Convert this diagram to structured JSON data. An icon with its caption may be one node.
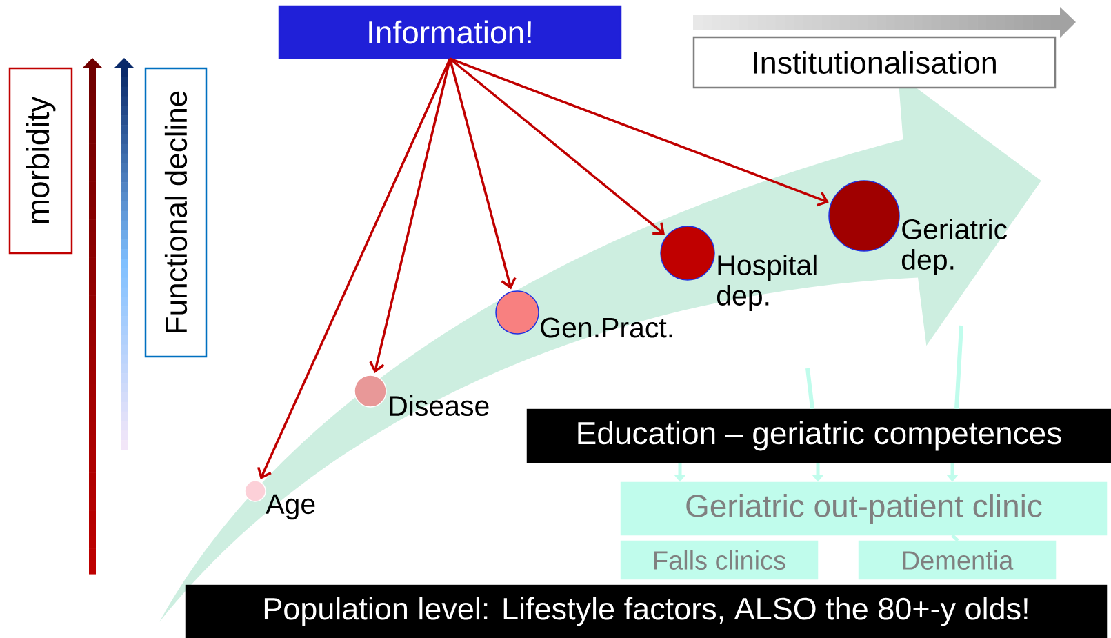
{
  "diagram": {
    "nodes": [
      {
        "text": [
          "Information!"
        ]
      },
      {
        "text": [
          "Institutionalisation"
        ]
      },
      {
        "text": [
          "morbidity"
        ]
      },
      {
        "text": [
          "Functional decline"
        ]
      },
      {
        "text": [],
        "shape": "circle",
        "beside": [
          "Age"
        ]
      },
      {
        "text": [],
        "shape": "circle",
        "beside": [
          "Disease"
        ]
      },
      {
        "text": [],
        "shape": "circle",
        "beside": [
          "Gen.Pract."
        ]
      },
      {
        "text": [],
        "shape": "circle",
        "beside": [
          "Hospital dep."
        ]
      },
      {
        "text": [],
        "shape": "circle",
        "beside": [
          "Geriatric dep."
        ]
      },
      {
        "text": [
          "Education – geriatric competences"
        ]
      },
      {
        "text": [
          "Geriatric out-patient clinic"
        ]
      },
      {
        "text": [
          "Falls clinics"
        ]
      },
      {
        "text": [
          "Dementia"
        ]
      },
      {
        "text": [
          "Population level: Lifestyle factors, ALSO the 80+-y olds!"
        ]
      }
    ],
    "edges": [
      {
        "from": 0,
        "to": 4,
        "arrow": "to",
        "color": "#c00000"
      },
      {
        "from": 0,
        "to": 5,
        "arrow": "to",
        "color": "#c00000"
      },
      {
        "from": 0,
        "to": 6,
        "arrow": "to",
        "color": "#c00000"
      },
      {
        "from": 0,
        "to": 7,
        "arrow": "to",
        "color": "#c00000"
      },
      {
        "from": 0,
        "to": 8,
        "arrow": "to",
        "color": "#c00000"
      },
      {
        "from": null,
        "to": 9,
        "arrow": "none",
        "color": "#c0fcec"
      },
      {
        "from": null,
        "to": 9,
        "arrow": "none",
        "color": "#c0fcec"
      },
      {
        "from": 9,
        "to": 10,
        "arrow": "to",
        "color": "#c0fcec"
      },
      {
        "from": 9,
        "to": 10,
        "arrow": "to",
        "color": "#c0fcec"
      },
      {
        "from": 9,
        "to": 10,
        "arrow": "to",
        "color": "#c0fcec"
      },
      {
        "from": 10,
        "to": 12,
        "arrow": "none",
        "color": "#c0fcec"
      }
    ]
  }
}
